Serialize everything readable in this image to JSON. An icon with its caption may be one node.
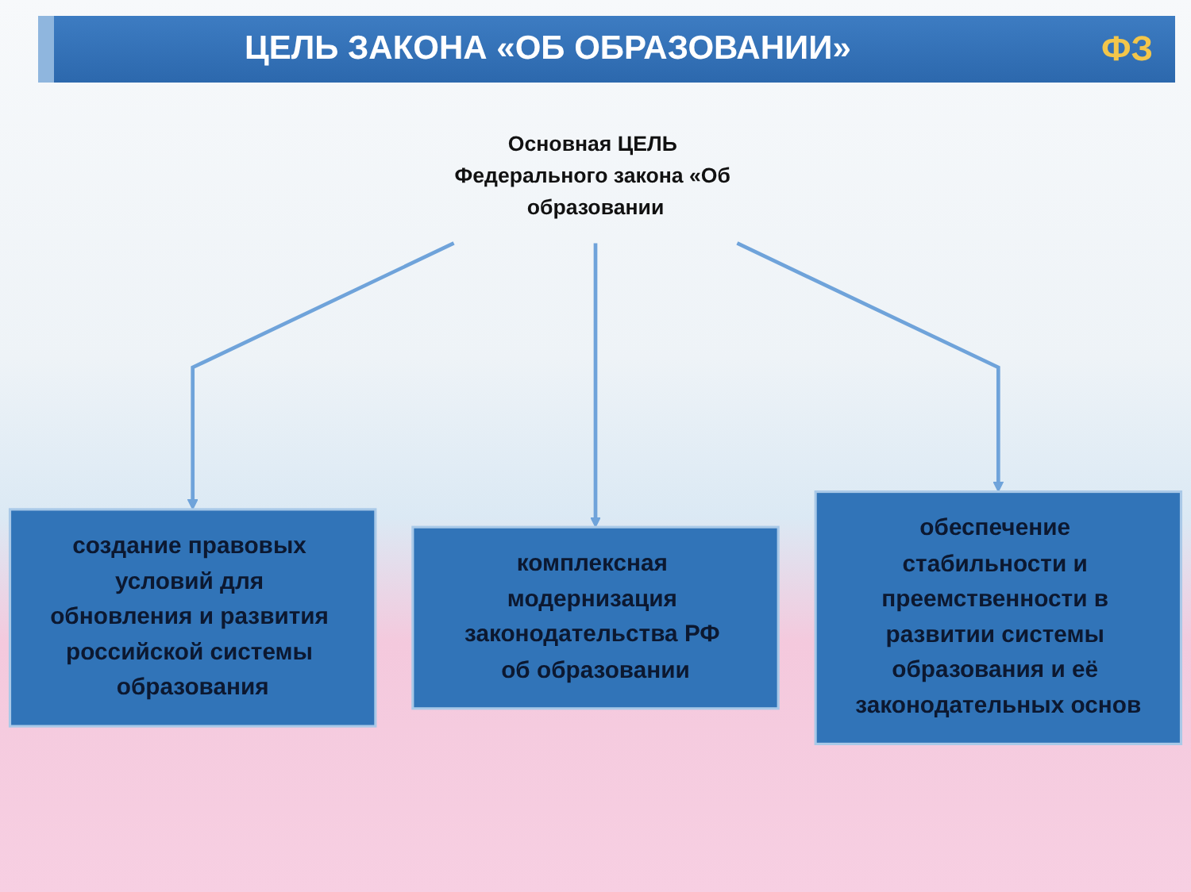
{
  "diagram": {
    "title": "ЦЕЛЬ ЗАКОНА «ОБ ОБРАЗОВАНИИ»",
    "nodes": [
      {
        "text": [
          "Основная ЦЕЛЬ Федерального закона «Об образовании"
        ]
      },
      {
        "text": [
          "комплексная модернизация законодательства РФ об образовании"
        ]
      },
      {
        "text": [
          "создание правовых условий для обновления и развития российской системы образования"
        ]
      },
      {
        "text": [
          "обеспечение стабильности и преемственности в развитии системы образования и её законодательных основ"
        ]
      }
    ],
    "edges": [
      {
        "from": 0,
        "to": 2,
        "arrow": "to"
      },
      {
        "from": 0,
        "to": 1,
        "arrow": "to"
      },
      {
        "from": 0,
        "to": 3,
        "arrow": "to"
      }
    ],
    "labels": [
      "ФЗ"
    ]
  }
}
